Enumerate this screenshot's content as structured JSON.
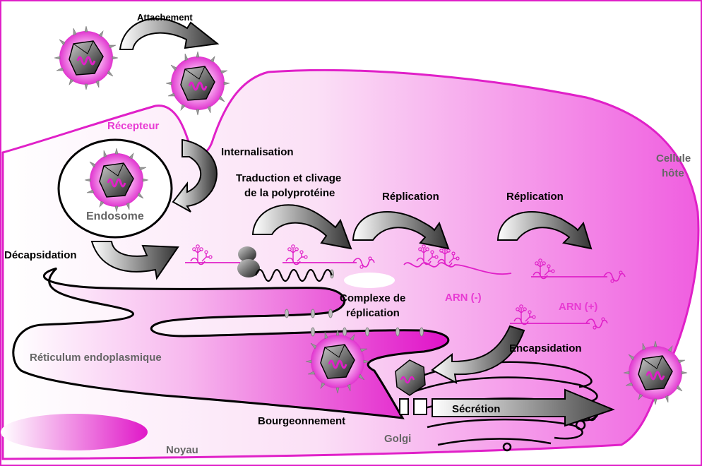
{
  "labels": {
    "attachement": "Attachement",
    "recepteur": "Récepteur",
    "internalisation": "Internalisation",
    "endosome": "Endosome",
    "decapsidation": "Décapsidation",
    "traduction_line1": "Traduction et clivage",
    "traduction_line2": "de la polyprotéine",
    "replication_1": "Réplication",
    "replication_2": "Réplication",
    "cellule_line1": "Cellule",
    "cellule_line2": "hôte",
    "complexe_line1": "Complexe de",
    "complexe_line2": "réplication",
    "arn_minus": "ARN (-)",
    "arn_plus": "ARN (+)",
    "encapsidation": "Encapsidation",
    "reticulum": "Réticulum endoplasmique",
    "secretion": "Sécrétion",
    "bourgeonnement": "Bourgeonnement",
    "golgi": "Golgi",
    "noyau": "Noyau"
  },
  "colors": {
    "membrane": "#e020c8",
    "virus_halo": "#f070e8",
    "label_pink": "#e83ad3",
    "label_grey": "#666666"
  }
}
